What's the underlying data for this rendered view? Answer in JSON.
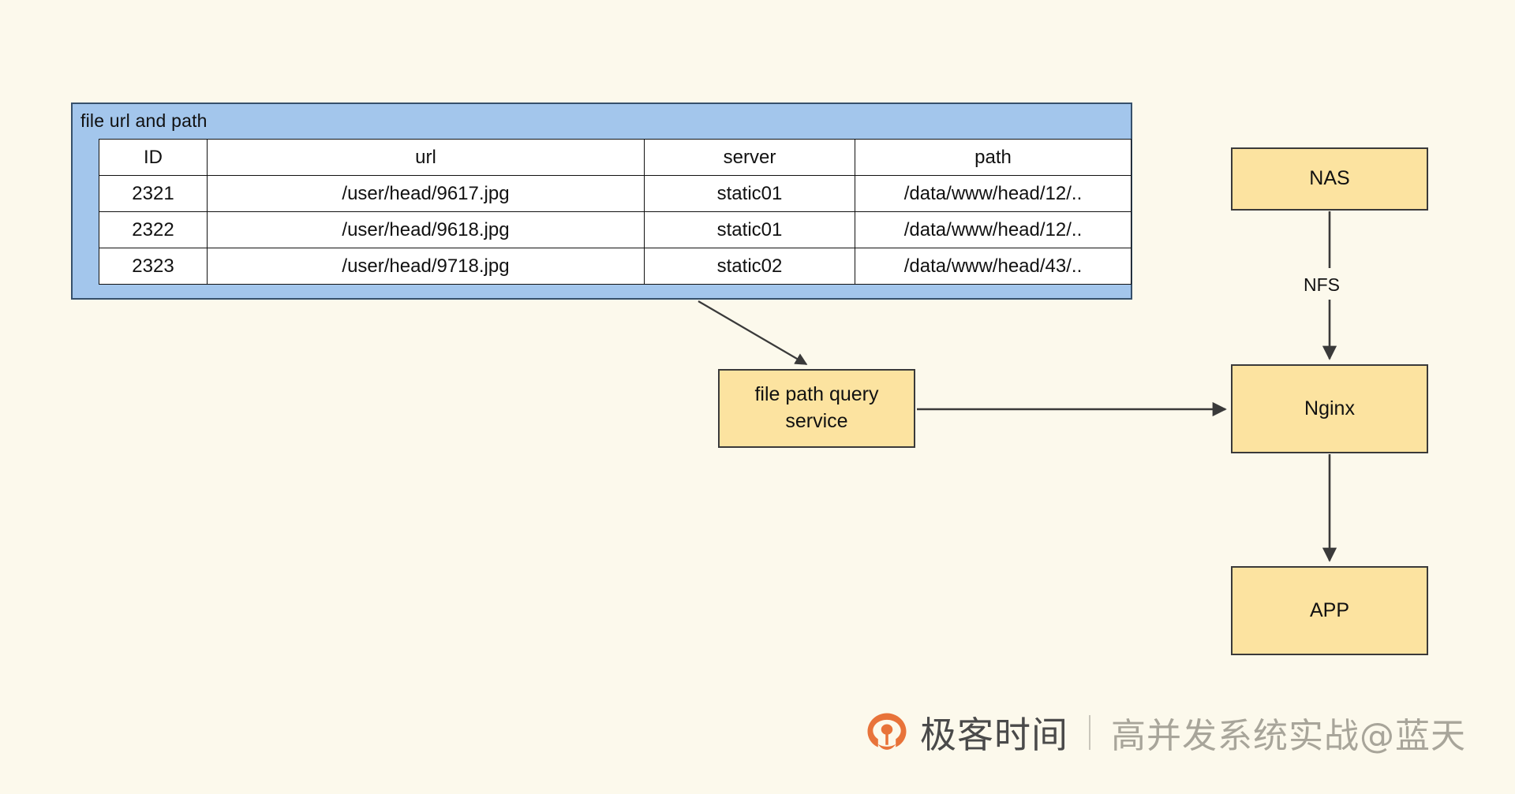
{
  "diagram": {
    "table_panel": {
      "title": "file url and path",
      "columns": [
        "ID",
        "url",
        "server",
        "path"
      ],
      "rows": [
        [
          "2321",
          "/user/head/9617.jpg",
          "static01",
          "/data/www/head/12/.."
        ],
        [
          "2322",
          "/user/head/9618.jpg",
          "static01",
          "/data/www/head/12/.."
        ],
        [
          "2323",
          "/user/head/9718.jpg",
          "static02",
          "/data/www/head/43/.."
        ]
      ]
    },
    "nodes": {
      "query_service": "file path query\nservice",
      "query_service_line1": "file path query",
      "query_service_line2": "service",
      "nas": "NAS",
      "nginx": "Nginx",
      "app": "APP"
    },
    "edge_labels": {
      "nfs": "NFS"
    },
    "colors": {
      "background": "#fcf9ec",
      "panel_fill": "#a3c6ec",
      "panel_border": "#36506b",
      "node_fill": "#fce3a0",
      "node_border": "#3a3a3a",
      "table_fill": "#ffffff",
      "table_border": "#111111",
      "edge_stroke": "#3a3a3a"
    }
  },
  "watermark": {
    "brand": "极客时间",
    "separator": "|",
    "course": "高并发系统实战@蓝天",
    "logo_color": "#e8733a"
  }
}
